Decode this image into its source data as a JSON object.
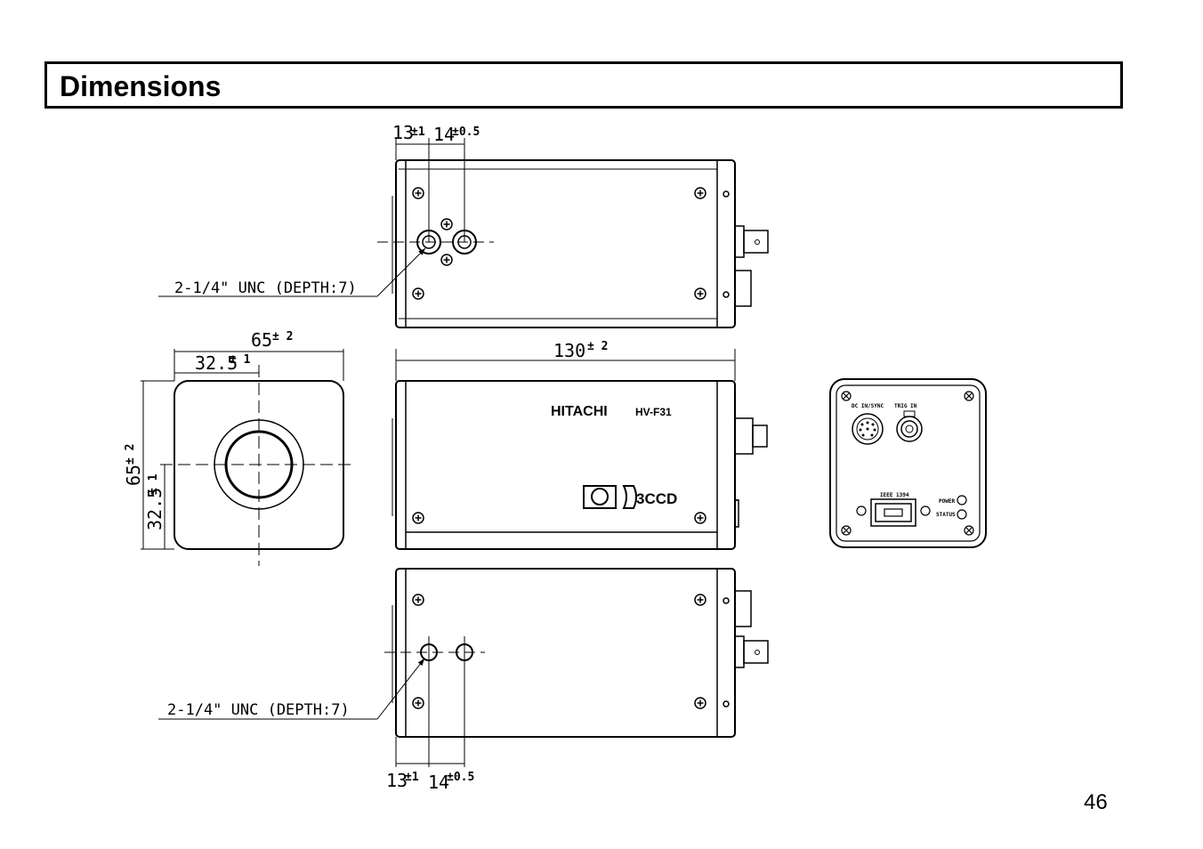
{
  "page": {
    "title": "Dimensions",
    "page_number": "46"
  },
  "top_view": {
    "dim_a": "13",
    "dim_a_tol": "±1",
    "dim_b": "14",
    "dim_b_tol": "±0.5",
    "mount_note": "2-1/4\" UNC (DEPTH:7)"
  },
  "front_view": {
    "width_value": "65",
    "width_tol": "± 2",
    "half_width_value": "32.5",
    "half_width_tol": "± 1",
    "height_value": "65",
    "height_tol": "± 2",
    "half_height_value": "32.5",
    "half_height_tol": "± 1"
  },
  "side_view": {
    "length_value": "130",
    "length_tol": "± 2",
    "brand_logo": "HITACHI",
    "model_logo": "HV-F31",
    "ccd_logo": "3CCD"
  },
  "rear_panel": {
    "dc_label": "DC IN/SYNC",
    "trig_label": "TRIG IN",
    "ieee_label": "IEEE 1394",
    "power_label": "POWER",
    "status_label": "STATUS"
  },
  "bottom_view": {
    "dim_a": "13",
    "dim_a_tol": "±1",
    "dim_b": "14",
    "dim_b_tol": "±0.5",
    "mount_note": "2-1/4\" UNC (DEPTH:7)"
  }
}
